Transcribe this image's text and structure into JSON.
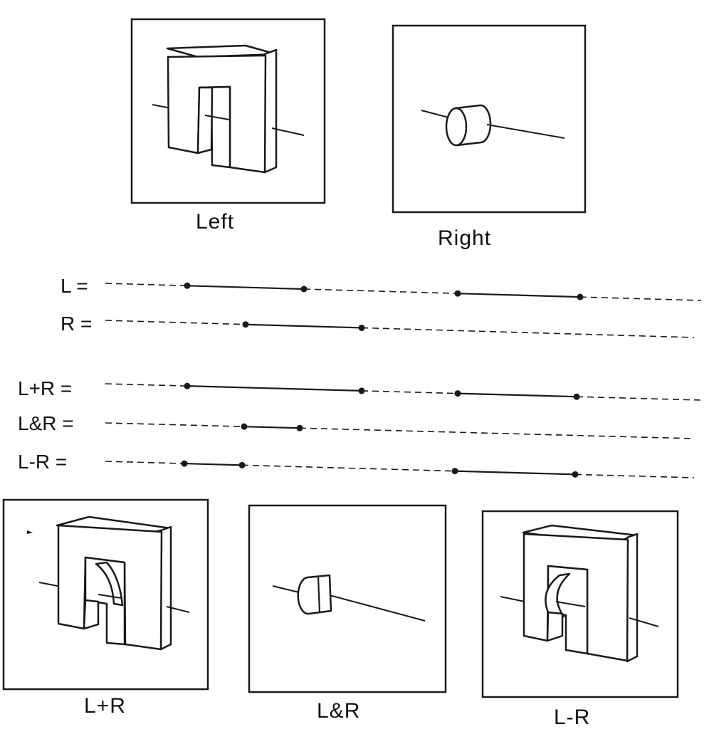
{
  "panels": {
    "left": {
      "caption": "Left"
    },
    "right": {
      "caption": "Right"
    },
    "union": {
      "caption": "L+R"
    },
    "intersection": {
      "caption": "L&R"
    },
    "difference": {
      "caption": "L-R"
    }
  },
  "ray_rows": [
    {
      "label": "L =",
      "intervals": [
        [
          263,
          427
        ],
        [
          643,
          815
        ]
      ]
    },
    {
      "label": "R =",
      "intervals": [
        [
          345,
          508
        ]
      ]
    },
    {
      "label": "L+R =",
      "intervals": [
        [
          263,
          508
        ],
        [
          643,
          810
        ]
      ]
    },
    {
      "label": "L&R =",
      "intervals": [
        [
          343,
          421
        ]
      ]
    },
    {
      "label": "L-R =",
      "intervals": [
        [
          259,
          340
        ],
        [
          639,
          808
        ]
      ]
    }
  ]
}
